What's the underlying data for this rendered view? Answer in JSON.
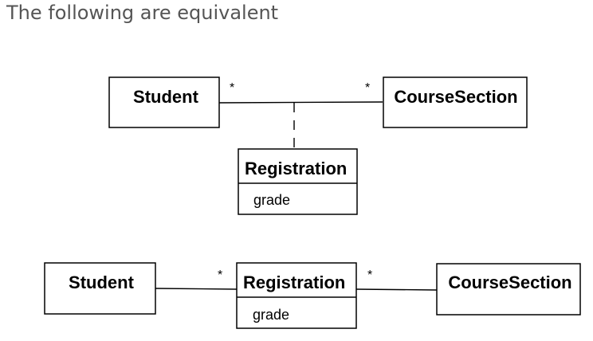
{
  "page": {
    "title": "The following are equivalent"
  },
  "diagram_top": {
    "student": {
      "name": "Student"
    },
    "course_section": {
      "name": "CourseSection"
    },
    "association_class": {
      "name": "Registration",
      "attribute": "grade"
    },
    "multiplicity_student_end": "*",
    "multiplicity_course_end": "*"
  },
  "diagram_bottom": {
    "student": {
      "name": "Student"
    },
    "registration": {
      "name": "Registration",
      "attribute": "grade"
    },
    "course_section": {
      "name": "CourseSection"
    },
    "multiplicity_left": "*",
    "multiplicity_right": "*"
  }
}
